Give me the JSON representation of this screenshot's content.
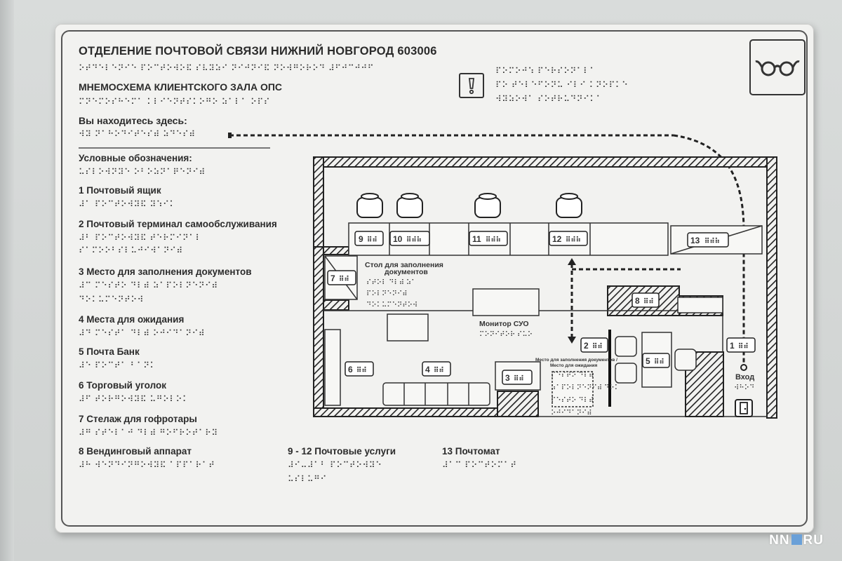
{
  "header": {
    "title": "ОТДЕЛЕНИЕ ПОЧТОВОЙ СВЯЗИ НИЖНИЙ НОВГОРОД 603006",
    "subtitle": "МНЕМОСХЕМА КЛИЕНТСКОГО ЗАЛА ОПС",
    "you_are_here": "Вы находитесь здесь:"
  },
  "legend": {
    "heading": "Условные обозначения:",
    "items": [
      "1  Почтовый  ящик",
      "2  Почтовый терминал самообслуживания",
      "3  Место для заполнения документов",
      "4  Места для ожидания",
      "5  Почта Банк",
      "6  Торговый уголок",
      "7  Стелаж для гофротары",
      "8  Вендинговый аппарат"
    ],
    "extra": [
      "9 - 12  Почтовые услуги",
      "13 Почтомат"
    ]
  },
  "plan": {
    "table_label_1": "Стол для заполнения",
    "table_label_2": "документов",
    "monitor_label": "Монитор СУО",
    "fill_wait_label_1": "Место для заполнения документов /",
    "fill_wait_label_2": "Место для ожидания",
    "entrance_label": "Вход",
    "markers": [
      "1",
      "2",
      "3",
      "4",
      "5",
      "6",
      "7",
      "8",
      "9",
      "10",
      "11",
      "12",
      "13"
    ]
  },
  "icons": {
    "glasses": "glasses-icon",
    "warning": "exclamation-icon",
    "door": "door-icon"
  },
  "watermark": {
    "left": "NN",
    "right": "RU"
  }
}
